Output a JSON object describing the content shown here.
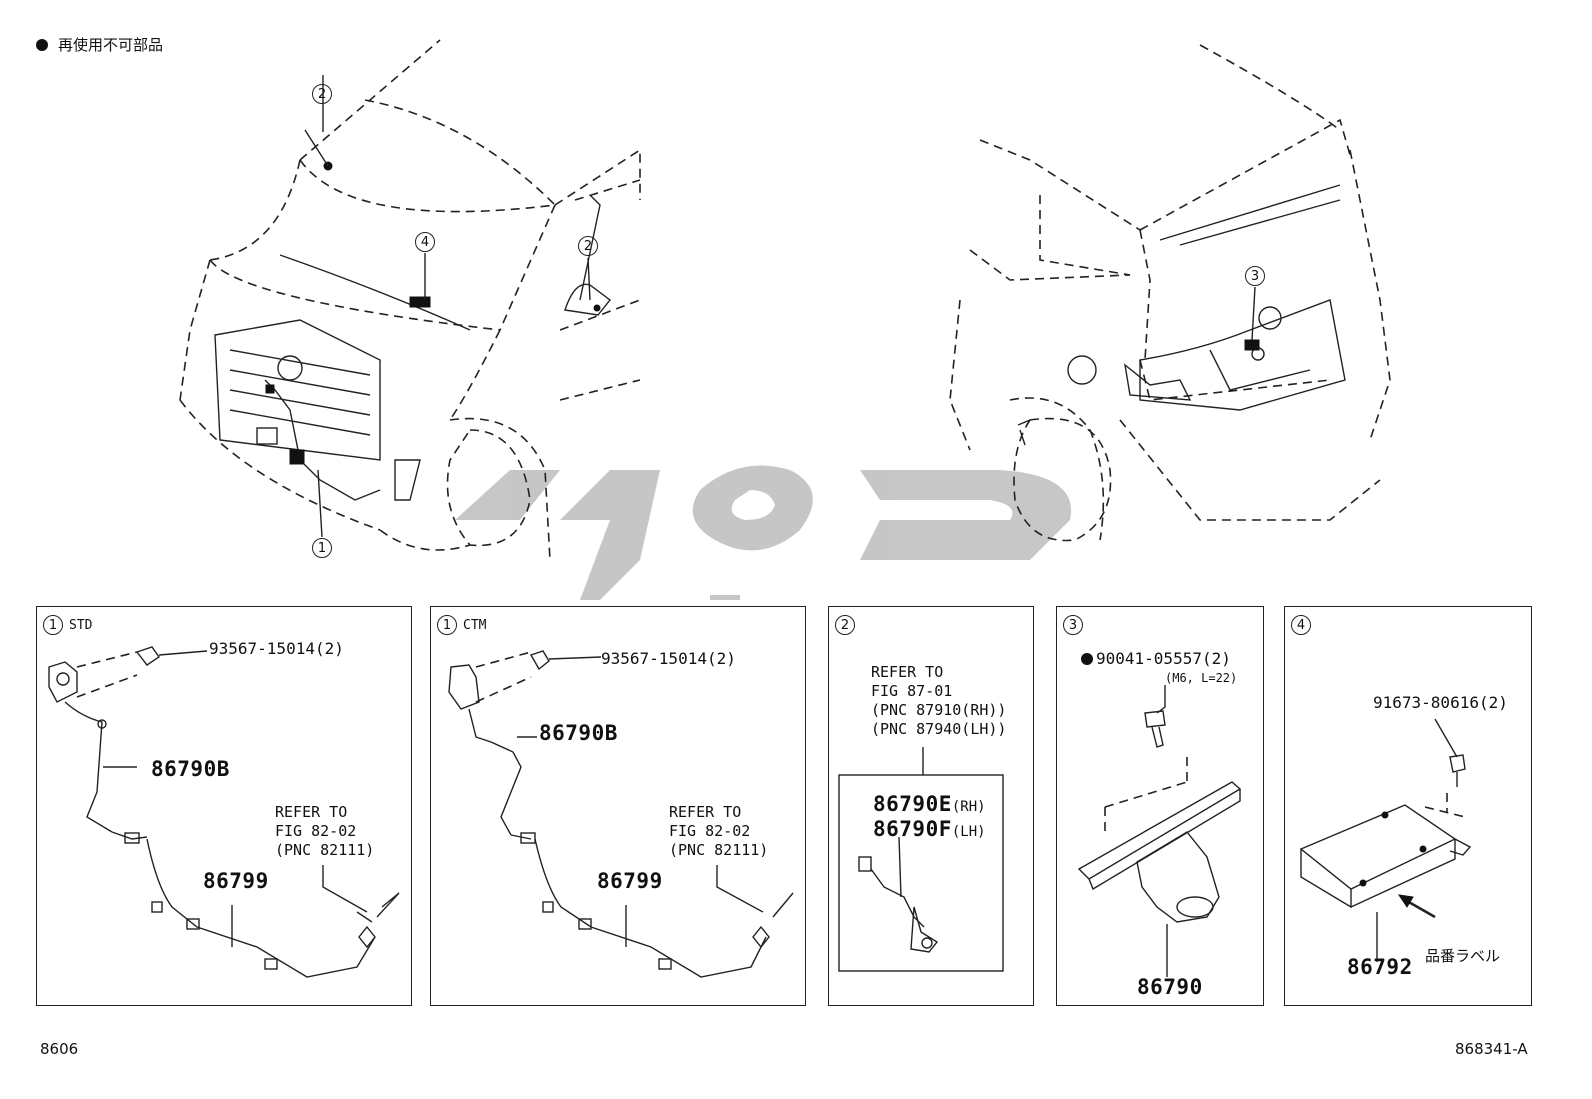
{
  "legend": {
    "symbol": "●",
    "text": "再使用不可部品"
  },
  "callouts": {
    "c1": "1",
    "c2": "2",
    "c3": "3",
    "c4": "4"
  },
  "panels": [
    {
      "num": "1",
      "tag": "STD",
      "bolt": "93567-15014(2)",
      "cable": "86790B",
      "harness": "86799",
      "ref": "REFER TO\nFIG 82-02\n(PNC 82111)"
    },
    {
      "num": "1",
      "tag": "CTM",
      "bolt": "93567-15014(2)",
      "cable": "86790B",
      "harness": "86799",
      "ref": "REFER TO\nFIG 82-02\n(PNC 82111)"
    },
    {
      "num": "2",
      "ref": "REFER TO\nFIG 87-01\n(PNC 87910(RH))\n(PNC 87940(LH))",
      "part_rh": "86790E",
      "rh": "(RH)",
      "part_lh": "86790F",
      "lh": "(LH)"
    },
    {
      "num": "3",
      "bolt": "90041-05557(2)",
      "bolt_spec": "(M6, L=22)",
      "part": "86790"
    },
    {
      "num": "4",
      "bolt": "91673-80616(2)",
      "part": "86792",
      "label": "品番ラベル"
    }
  ],
  "footer": {
    "left": "8606",
    "right": "868341-A"
  },
  "colors": {
    "line": "#222222",
    "watermark": "#bdbdbd"
  }
}
